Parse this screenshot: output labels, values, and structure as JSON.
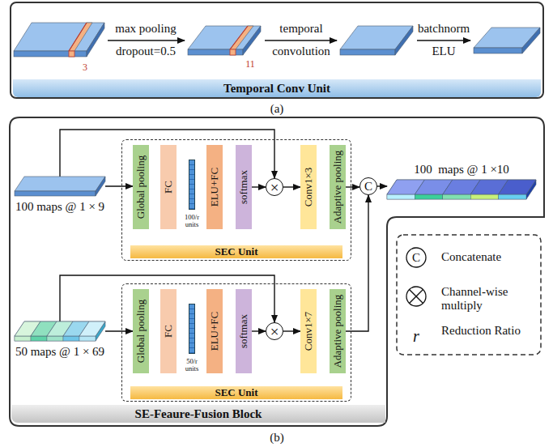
{
  "diagram": {
    "nodes": [
      {
        "text": [
          "Temporal Conv Unit"
        ]
      },
      {
        "text": [
          "SE-Feaure-Fusion Block"
        ]
      },
      {
        "text": [
          "100 maps @ 1 × 9"
        ],
        "in": 1
      },
      {
        "text": [
          "SEC Unit"
        ],
        "in": 1
      },
      {
        "text": [
          "Global pooling"
        ],
        "in": 3
      },
      {
        "text": [
          "FC"
        ],
        "in": 3
      },
      {
        "text": [
          "100/r units"
        ],
        "in": 3
      },
      {
        "text": [
          "ELU+FC"
        ],
        "in": 3
      },
      {
        "text": [
          "softmax"
        ],
        "in": 3
      },
      {
        "text": [
          "×"
        ],
        "in": 3
      },
      {
        "text": [
          "Conv1×3"
        ],
        "in": 3
      },
      {
        "text": [
          "Adaptive pooling"
        ],
        "in": 3
      },
      {
        "text": [
          "C"
        ],
        "in": 1
      },
      {
        "text": [
          "100  maps @ 1 ×10"
        ],
        "in": 1
      },
      {
        "text": [
          "50 maps @ 1 × 69"
        ],
        "in": 1
      },
      {
        "text": [
          "SEC Unit"
        ],
        "in": 1
      },
      {
        "text": [
          "Global pooling"
        ],
        "in": 15
      },
      {
        "text": [
          "FC"
        ],
        "in": 15
      },
      {
        "text": [
          "50/r units"
        ],
        "in": 15
      },
      {
        "text": [
          "ELU+FC"
        ],
        "in": 15
      },
      {
        "text": [
          "softmax"
        ],
        "in": 15
      },
      {
        "text": [
          "×"
        ],
        "in": 15
      },
      {
        "text": [
          "Conv1×7"
        ],
        "in": 15
      },
      {
        "text": [
          "Adaptive pooling"
        ],
        "in": 15
      }
    ],
    "edges": [
      {
        "from": 2,
        "to": 4,
        "arrow": "to"
      },
      {
        "from": 8,
        "to": 9,
        "arrow": "to"
      },
      {
        "from": 9,
        "to": 10,
        "arrow": "to"
      },
      {
        "from": 11,
        "to": 12,
        "arrow": "to"
      },
      {
        "from": 2,
        "to": 9,
        "arrow": "to"
      },
      {
        "from": 12,
        "to": 13,
        "arrow": "to"
      },
      {
        "from": 14,
        "to": 16,
        "arrow": "to"
      },
      {
        "from": 20,
        "to": 21,
        "arrow": "to"
      },
      {
        "from": 21,
        "to": 22,
        "arrow": "to"
      },
      {
        "from": 23,
        "to": 12,
        "arrow": "to"
      },
      {
        "from": 14,
        "to": 21,
        "arrow": "to"
      }
    ],
    "labels": [
      "3",
      "max pooling",
      "dropout=0.5",
      "11",
      "temporal",
      "convolution",
      "batchnorm",
      "ELU",
      "(a)",
      "(b)",
      "C",
      "r"
    ],
    "legend": [
      {
        "text": "Concatenate"
      },
      {
        "text": "Channel-wise multiply"
      },
      {
        "text": "Reduction Ratio"
      }
    ]
  }
}
